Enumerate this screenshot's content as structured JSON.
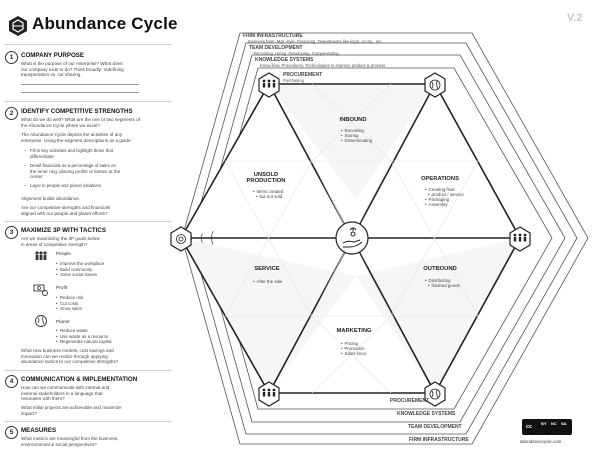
{
  "header": {
    "title": "Abundance Cycle",
    "version": "V.2"
  },
  "sections": [
    {
      "num": "1",
      "title": "Company Purpose",
      "text": [
        "What is the purpose of our enterprise? What does",
        "our company exist to do? Think broadly: redefining",
        "transportation vs. car sharing."
      ]
    },
    {
      "num": "2",
      "title": "Identify Competitive Strengths",
      "text": [
        "What do we do well? What are the one or two segments of",
        "the Abundance Cycle where we excel?"
      ],
      "text2": [
        "The Abundance Cycle depicts the activities of any",
        "enterprise. Using the segment descriptions as a guide:"
      ],
      "bullets": [
        [
          "Fill in key activities and highlight those that",
          "differentiate"
        ],
        [
          "Detail financials as a percentage of sales on",
          "the inner ring; placing profits or losses at the",
          "center"
        ],
        [
          "Layer in people and planet initiatives"
        ]
      ],
      "text3": "Alignment builds abundance.",
      "text4": [
        "Are our competitive strengths and financials",
        "aligned with our people and planet efforts?"
      ]
    },
    {
      "num": "3",
      "title": "Maximize 3P with Tactics",
      "text": [
        "Are we maximizing the 3P goals below",
        "in areas of competitive strength?"
      ],
      "groups": [
        {
          "label": "People",
          "items": [
            "Improve the workplace",
            "Build community",
            "Solve social issues"
          ]
        },
        {
          "label": "Profit",
          "items": [
            "Reduce risk",
            "Cut costs",
            "Grow sales"
          ]
        },
        {
          "label": "Planet",
          "items": [
            "Reduce waste",
            "Use waste as a resource",
            "Regenerate natural capital"
          ]
        }
      ],
      "text2": [
        "What new business models, cost savings and",
        "innovation can we realize through applying",
        "abundance tactics to our competitive strengths?"
      ]
    },
    {
      "num": "4",
      "title": "Communication & Implementation",
      "text": [
        "How can we communicate with internal and",
        "external stakeholders in a language that",
        "resonates with them?"
      ],
      "text2": [
        "What initial projects are achievable and maximize",
        "impact?"
      ]
    },
    {
      "num": "5",
      "title": "Measures",
      "text": [
        "What metrics are meaningful from the business,",
        "environmental & social perspectives?"
      ]
    }
  ],
  "rings": {
    "firm_infrastructure": {
      "label": "Firm Infrastructure",
      "sub": "Business form, Mgt. style, Financing, Departments like legal, accng., etc."
    },
    "team_development": {
      "label": "Team Development",
      "sub": "Recruiting, Hiring, Developing, Compensating"
    },
    "knowledge_systems": {
      "label": "Knowledge Systems",
      "sub": "Know-how, Procedures, Technologies to improve product & process"
    },
    "procurement": {
      "label": "Procurement",
      "sub": "Purchasing"
    },
    "bottom": {
      "procurement": "Procurement",
      "knowledge": "Knowledge Systems",
      "team": "Team Development",
      "firm": "Firm Infrastructure"
    }
  },
  "segments": {
    "inbound": {
      "title": "Inbound",
      "items": [
        "Receiving",
        "Storing",
        "Disseminating"
      ]
    },
    "operations": {
      "title": "Operations",
      "items": [
        "Creating final",
        "product / service",
        "Packaging",
        "Assembly"
      ]
    },
    "outbound": {
      "title": "Outbound",
      "items": [
        "Distributing",
        "finished goods"
      ]
    },
    "marketing": {
      "title": "Marketing",
      "items": [
        "Pricing",
        "Promotion",
        "Sales force"
      ]
    },
    "service": {
      "title": "Service",
      "items": [
        "After the sale"
      ]
    },
    "unsold": {
      "title": "Unsold Production",
      "items": [
        "Items created",
        "but not sold"
      ]
    }
  },
  "icons": {
    "center": "hand-plant-icon",
    "top_left": "people-icon",
    "top_right": "globe-icon",
    "left": "money-icon",
    "right": "people-icon",
    "bottom_left": "people-icon",
    "bottom_right": "globe-icon"
  },
  "license": {
    "badge": [
      "cc",
      "BY",
      "NC",
      "SA"
    ],
    "site": "abundancecycle.com"
  }
}
